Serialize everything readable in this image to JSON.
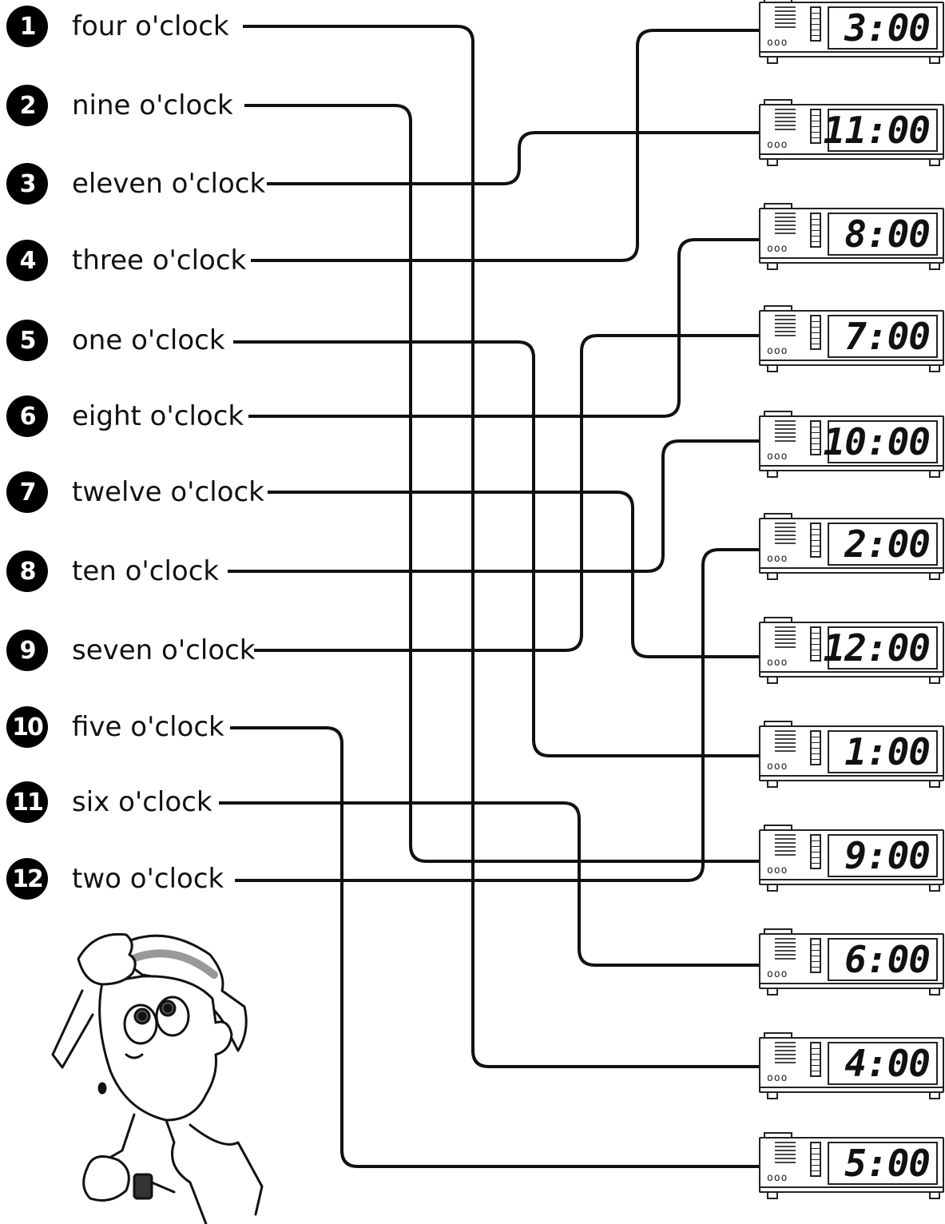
{
  "items": [
    {
      "number": "1",
      "phrase": "four o'clock"
    },
    {
      "number": "2",
      "phrase": "nine o'clock"
    },
    {
      "number": "3",
      "phrase": "eleven o'clock"
    },
    {
      "number": "4",
      "phrase": "three o'clock"
    },
    {
      "number": "5",
      "phrase": "one o'clock"
    },
    {
      "number": "6",
      "phrase": "eight o'clock"
    },
    {
      "number": "7",
      "phrase": "twelve o'clock"
    },
    {
      "number": "8",
      "phrase": "ten o'clock"
    },
    {
      "number": "9",
      "phrase": "seven o'clock"
    },
    {
      "number": "10",
      "phrase": "five o'clock"
    },
    {
      "number": "11",
      "phrase": "six o'clock"
    },
    {
      "number": "12",
      "phrase": "two o'clock"
    }
  ],
  "clocks": [
    {
      "time": "3:00"
    },
    {
      "time": "11:00"
    },
    {
      "time": "8:00"
    },
    {
      "time": "7:00"
    },
    {
      "time": "10:00"
    },
    {
      "time": "2:00"
    },
    {
      "time": "12:00"
    },
    {
      "time": "1:00"
    },
    {
      "time": "9:00"
    },
    {
      "time": "6:00"
    },
    {
      "time": "4:00"
    },
    {
      "time": "5:00"
    }
  ],
  "matches": [
    {
      "item": 1,
      "clock": 11
    },
    {
      "item": 2,
      "clock": 9
    },
    {
      "item": 3,
      "clock": 2
    },
    {
      "item": 4,
      "clock": 1
    },
    {
      "item": 5,
      "clock": 8
    },
    {
      "item": 6,
      "clock": 3
    },
    {
      "item": 7,
      "clock": 7
    },
    {
      "item": 8,
      "clock": 5
    },
    {
      "item": 9,
      "clock": 4
    },
    {
      "item": 10,
      "clock": 12
    },
    {
      "item": 11,
      "clock": 10
    },
    {
      "item": 12,
      "clock": 6
    }
  ],
  "line_color": "#111111"
}
